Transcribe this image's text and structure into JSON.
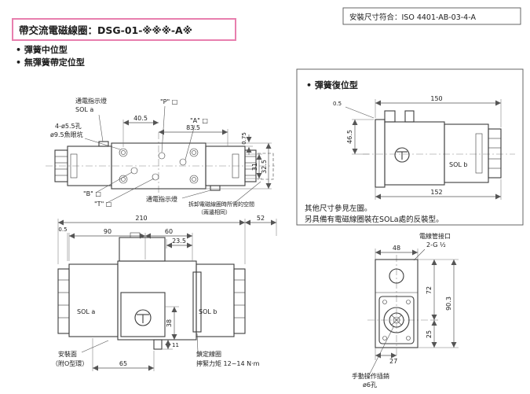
{
  "meta": {
    "accent_pink": "#e87fae",
    "line_color": "#3c3c3c",
    "background": "#ffffff"
  },
  "header": {
    "title": "帶交流電磁線圈：DSG-01-※※※-A※",
    "iso_note": "安裝尺寸符合：ISO 4401-AB-03-4-A",
    "bullet_spring_centered": "• 彈簧中位型",
    "bullet_no_spring_detent": "• 無彈簧帶定位型"
  },
  "top_view": {
    "indicator_a_1": "通電指示燈",
    "indicator_a_2": "SOL a",
    "port_p": "\"P\" □",
    "port_a": "\"A\" □",
    "port_b": "\"B\" □",
    "port_t": "\"T\" □",
    "holes_1": "4-ø5.5孔",
    "holes_2": "ø9.5魚眼坑",
    "dim_40_5": "40.5",
    "dim_83_5": "83.5",
    "dim_0_75": "0.75",
    "dim_31": "31",
    "dim_32_5": "32.5",
    "indicator_b": "通電指示燈",
    "removal_1": "拆卸電磁線圈時所需的空間",
    "removal_2": "（兩邊相同）"
  },
  "front_view": {
    "dim_210": "210",
    "dim_52": "52",
    "dim_0_5": "0.5",
    "dim_90": "90",
    "dim_60": "60",
    "dim_23_5": "23.5",
    "sol_a": "SOL a",
    "sol_b": "SOL b",
    "dim_38": "38",
    "dim_11": "11",
    "dim_65": "65",
    "mount_1": "安裝面",
    "mount_2": "（附O型環）",
    "nut_1": "鎖定線圈",
    "nut_2": "擰緊力矩  12~14 N·m"
  },
  "offset_panel": {
    "bullet": "• 彈簧復位型",
    "dim_0_5": "0.5",
    "dim_150": "150",
    "dim_46_5": "46.5",
    "sol_b": "SOL b",
    "dim_152": "152",
    "note_1": "其他尺寸參見左圖。",
    "note_2": "另具備有電磁線圈裝在SOLa處的反裝型。"
  },
  "side_view": {
    "conduit_1": "電線管接口",
    "conduit_2": "2-G ½",
    "dim_48": "48",
    "dim_72": "72",
    "dim_90_3": "90.3",
    "dim_25": "25",
    "dim_27": "27",
    "pin_1": "手動操作插銷",
    "pin_2": "ø6孔"
  }
}
